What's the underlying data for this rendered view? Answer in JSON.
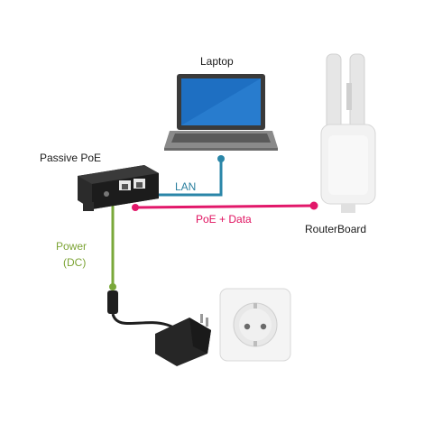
{
  "labels": {
    "laptop": "Laptop",
    "passive_poe": "Passive PoE",
    "lan": "LAN",
    "poe_data": "PoE + Data",
    "routerboard": "RouterBoard",
    "power_line1": "Power",
    "power_line2": "(DC)"
  },
  "colors": {
    "lan": "#2a86a8",
    "poe_data": "#e2186a",
    "power": "#7aa83a",
    "device_dark": "#2b2b2b",
    "router_body": "#f2f2f2"
  },
  "icons": {
    "laptop": "laptop-icon",
    "poe_injector": "poe-injector-icon",
    "router": "outdoor-router-icon",
    "adapter": "power-adapter-icon",
    "socket": "wall-socket-icon"
  }
}
